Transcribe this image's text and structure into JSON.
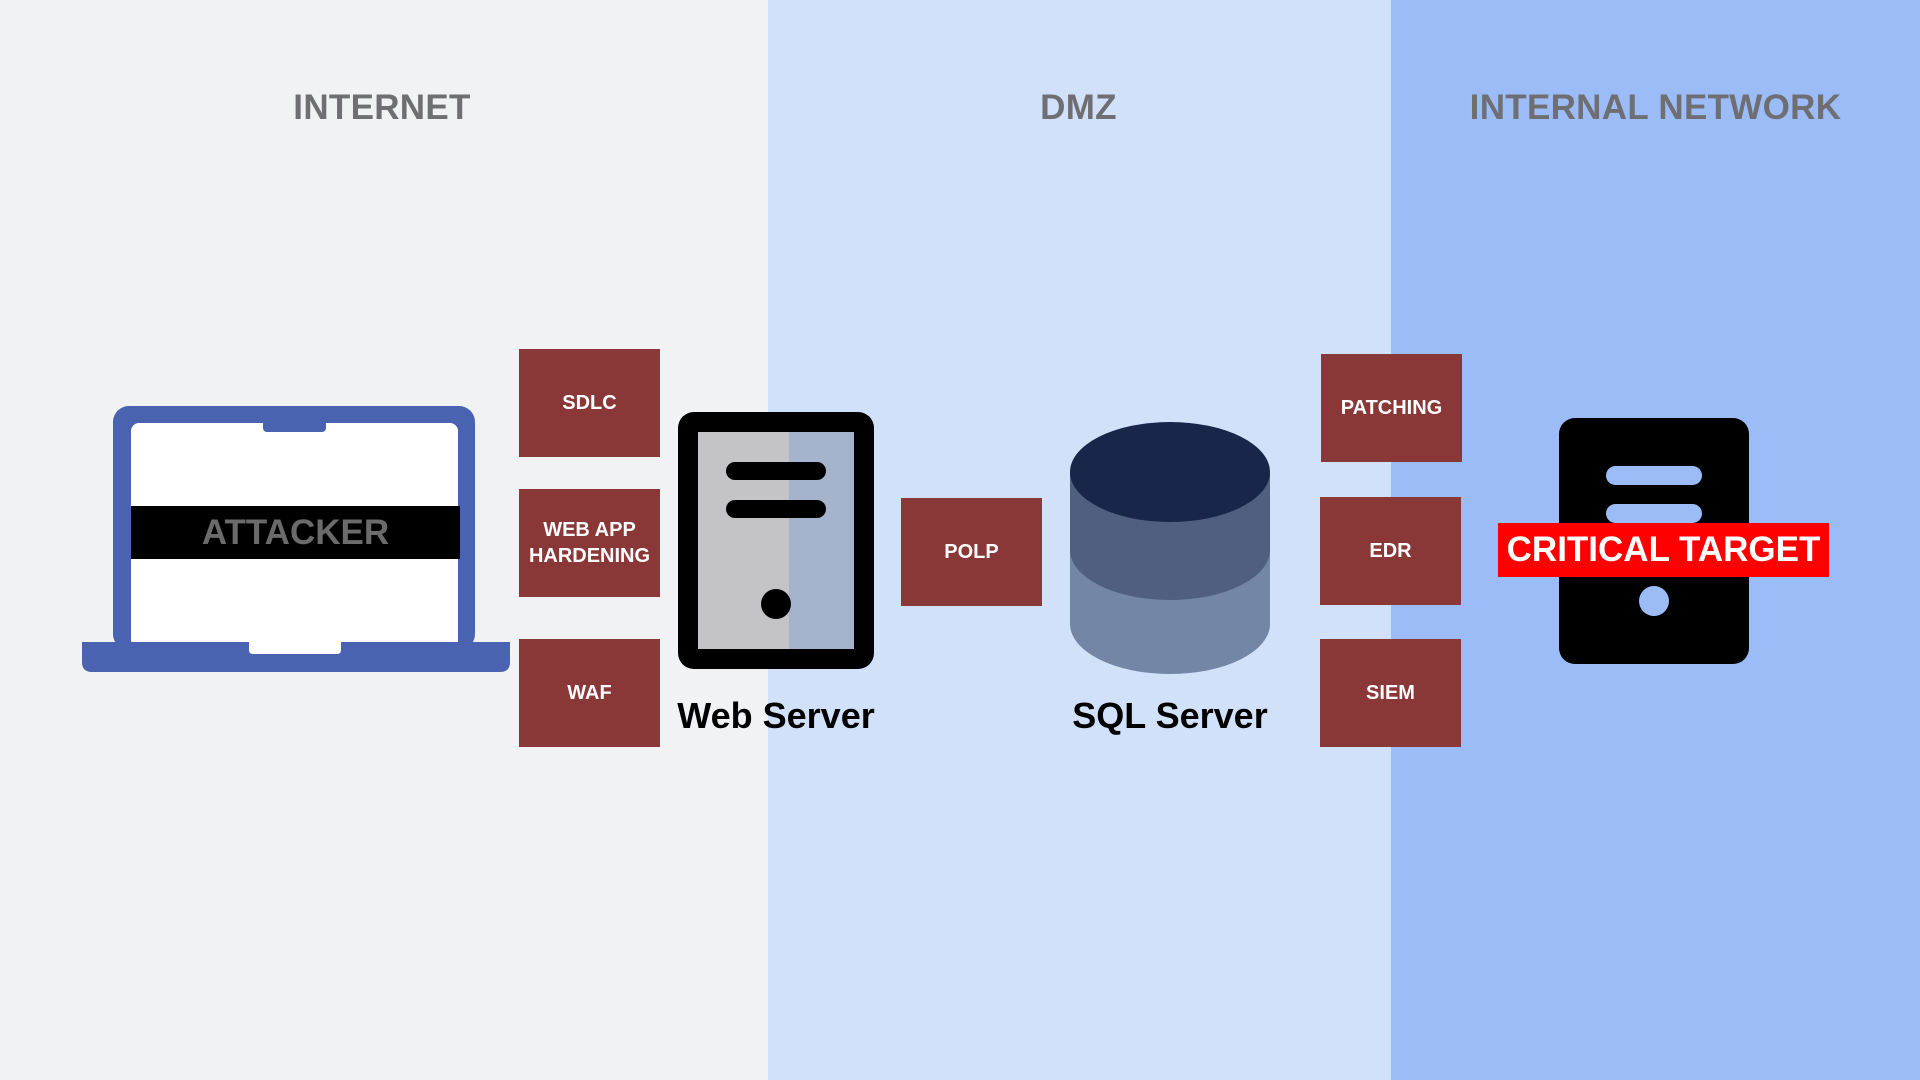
{
  "colors": {
    "internet_bg": "#f1f2f4",
    "dmz_bg": "#d2e1fa",
    "internal_bg": "#9bbcf7",
    "control_fill": "#8a3737",
    "laptop_frame": "#4a63b0",
    "critical_red": "#ff0000"
  },
  "zones": {
    "internet": {
      "title": "INTERNET"
    },
    "dmz": {
      "title": "DMZ"
    },
    "internal": {
      "title": "INTERNAL NETWORK"
    }
  },
  "nodes": {
    "attacker": {
      "label": "ATTACKER",
      "icon": "laptop-icon"
    },
    "web_server": {
      "label": "Web Server",
      "icon": "server-tower-icon"
    },
    "sql_server": {
      "label": "SQL Server",
      "icon": "database-icon"
    },
    "critical_target": {
      "label": "CRITICAL TARGET",
      "icon": "server-tower-icon"
    }
  },
  "controls": {
    "sdlc": "SDLC",
    "web_app_hardening": "WEB APP\nHARDENING",
    "waf": "WAF",
    "polp": "POLP",
    "patching": "PATCHING",
    "edr": "EDR",
    "siem": "SIEM"
  }
}
